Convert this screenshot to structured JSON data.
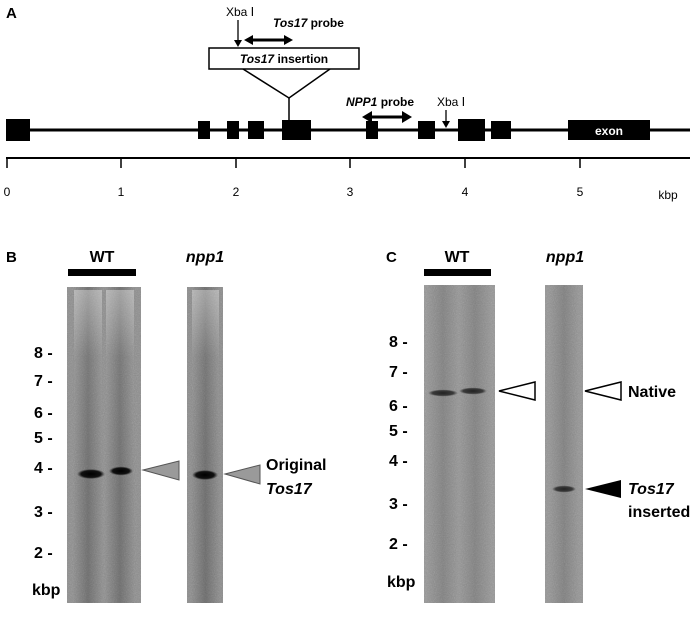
{
  "panel_a": {
    "letter": "A",
    "xba_left": "Xba Ⅰ",
    "xba_right": "Xba Ⅰ",
    "tos17_probe_italic": "Tos17",
    "tos17_probe_suffix": " probe",
    "npp1_probe_italic": "NPP1",
    "npp1_probe_suffix": " probe",
    "insertion_italic": "Tos17",
    "insertion_suffix": " insertion",
    "exon_label": "exon",
    "scale_ticks": [
      "0",
      "1",
      "2",
      "3",
      "4",
      "5"
    ],
    "scale_unit": "kbp"
  },
  "panel_b": {
    "letter": "B",
    "wt_label": "WT",
    "mutant_label": "npp1",
    "markers": [
      "8 -",
      "7 -",
      "6 -",
      "5 -",
      "4 -",
      "3 -",
      "2 -"
    ],
    "unit": "kbp",
    "band_label_line1": "Original",
    "band_label_line2": "Tos17"
  },
  "panel_c": {
    "letter": "C",
    "wt_label": "WT",
    "mutant_label": "npp1",
    "markers": [
      "8 -",
      "7 -",
      "6 -",
      "5 -",
      "4 -",
      "3 -",
      "2 -"
    ],
    "unit": "kbp",
    "native_label": "Native",
    "inserted_line1": "Tos17",
    "inserted_line2": "inserted"
  },
  "colors": {
    "gel": "#8e8e8e",
    "band": "#111111",
    "gray_arrow": "#9a9a9a",
    "black": "#000000"
  }
}
